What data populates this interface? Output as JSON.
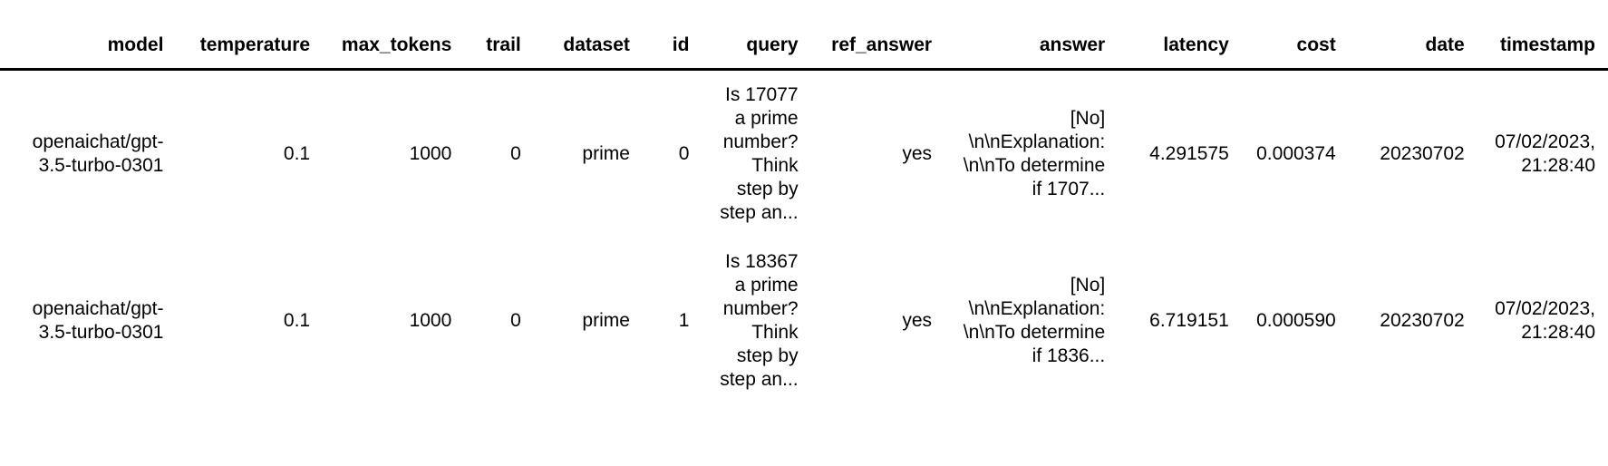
{
  "table": {
    "columns": [
      {
        "key": "model",
        "label": "model"
      },
      {
        "key": "temperature",
        "label": "temperature"
      },
      {
        "key": "max_tokens",
        "label": "max_tokens"
      },
      {
        "key": "trail",
        "label": "trail"
      },
      {
        "key": "dataset",
        "label": "dataset"
      },
      {
        "key": "id",
        "label": "id"
      },
      {
        "key": "query",
        "label": "query"
      },
      {
        "key": "ref_answer",
        "label": "ref_answer"
      },
      {
        "key": "answer",
        "label": "answer"
      },
      {
        "key": "latency",
        "label": "latency"
      },
      {
        "key": "cost",
        "label": "cost"
      },
      {
        "key": "date",
        "label": "date"
      },
      {
        "key": "timestamp",
        "label": "timestamp"
      }
    ],
    "rows": [
      {
        "model": "openaichat/gpt-3.5-turbo-0301",
        "temperature": "0.1",
        "max_tokens": "1000",
        "trail": "0",
        "dataset": "prime",
        "id": "0",
        "query": "Is 17077 a prime number? Think step by step an...",
        "ref_answer": "yes",
        "answer": "[No] \\n\\nExplanation: \\n\\nTo determine if 1707...",
        "latency": "4.291575",
        "cost": "0.000374",
        "date": "20230702",
        "timestamp": "07/02/2023, 21:28:40"
      },
      {
        "model": "openaichat/gpt-3.5-turbo-0301",
        "temperature": "0.1",
        "max_tokens": "1000",
        "trail": "0",
        "dataset": "prime",
        "id": "1",
        "query": "Is 18367 a prime number? Think step by step an...",
        "ref_answer": "yes",
        "answer": "[No] \\n\\nExplanation: \\n\\nTo determine if 1836...",
        "latency": "6.719151",
        "cost": "0.000590",
        "date": "20230702",
        "timestamp": "07/02/2023, 21:28:40"
      }
    ],
    "colors": {
      "row_even_bg": "#f5f5f4",
      "row_odd_bg": "#d8eaf9",
      "header_bg": "#ffffff",
      "header_rule": "#000000",
      "text": "#000000"
    }
  }
}
